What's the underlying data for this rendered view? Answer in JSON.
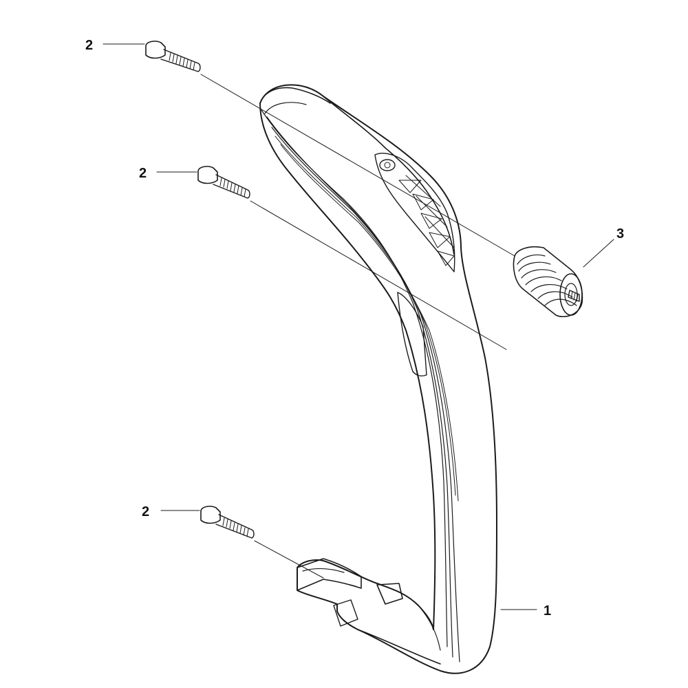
{
  "diagram": {
    "type": "exploded-parts-view",
    "colors": {
      "line": "#1a1a1a",
      "part_fill": "#ffffff",
      "shade": "#d9d9d9"
    },
    "parts": [
      {
        "id": "handle",
        "label": "1",
        "icon": "front-handle-icon"
      },
      {
        "id": "screw-top",
        "label": "2",
        "icon": "screw-icon"
      },
      {
        "id": "screw-middle",
        "label": "2",
        "icon": "screw-icon"
      },
      {
        "id": "screw-bottom",
        "label": "2",
        "icon": "screw-icon"
      },
      {
        "id": "damper",
        "label": "3",
        "icon": "vibration-damper-icon"
      }
    ]
  }
}
